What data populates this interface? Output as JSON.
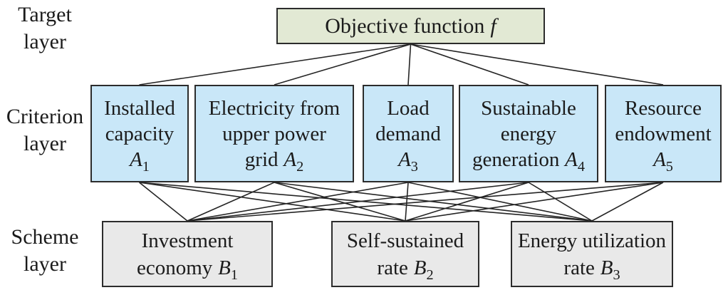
{
  "layer_labels": {
    "target": [
      "Target",
      "layer"
    ],
    "criterion": [
      "Criterion",
      "layer"
    ],
    "scheme": [
      "Scheme",
      "layer"
    ]
  },
  "objective": {
    "text": "Objective function",
    "symbol": "f"
  },
  "criteria": [
    {
      "lines": [
        "Installed",
        "capacity"
      ],
      "prefix": "",
      "symbol": "A",
      "sub": "1"
    },
    {
      "lines": [
        "Electricity from",
        "upper power"
      ],
      "prefix": "grid",
      "symbol": "A",
      "sub": "2"
    },
    {
      "lines": [
        "Load",
        "demand"
      ],
      "prefix": "",
      "symbol": "A",
      "sub": "3"
    },
    {
      "lines": [
        "Sustainable",
        "energy"
      ],
      "prefix": "generation",
      "symbol": "A",
      "sub": "4"
    },
    {
      "lines": [
        "Resource",
        "endowment"
      ],
      "prefix": "",
      "symbol": "A",
      "sub": "5"
    }
  ],
  "schemes": [
    {
      "lines": [
        "Investment"
      ],
      "prefix": "economy",
      "symbol": "B",
      "sub": "1"
    },
    {
      "lines": [
        "Self-sustained"
      ],
      "prefix": "rate",
      "symbol": "B",
      "sub": "2"
    },
    {
      "lines": [
        "Energy utilization"
      ],
      "prefix": "rate",
      "symbol": "B",
      "sub": "3"
    }
  ],
  "colors": {
    "target_fill": "#e2e9d4",
    "criterion_fill": "#c9e7f8",
    "scheme_fill": "#e9e9e9",
    "border": "#2c2c2c",
    "line": "#242424"
  }
}
